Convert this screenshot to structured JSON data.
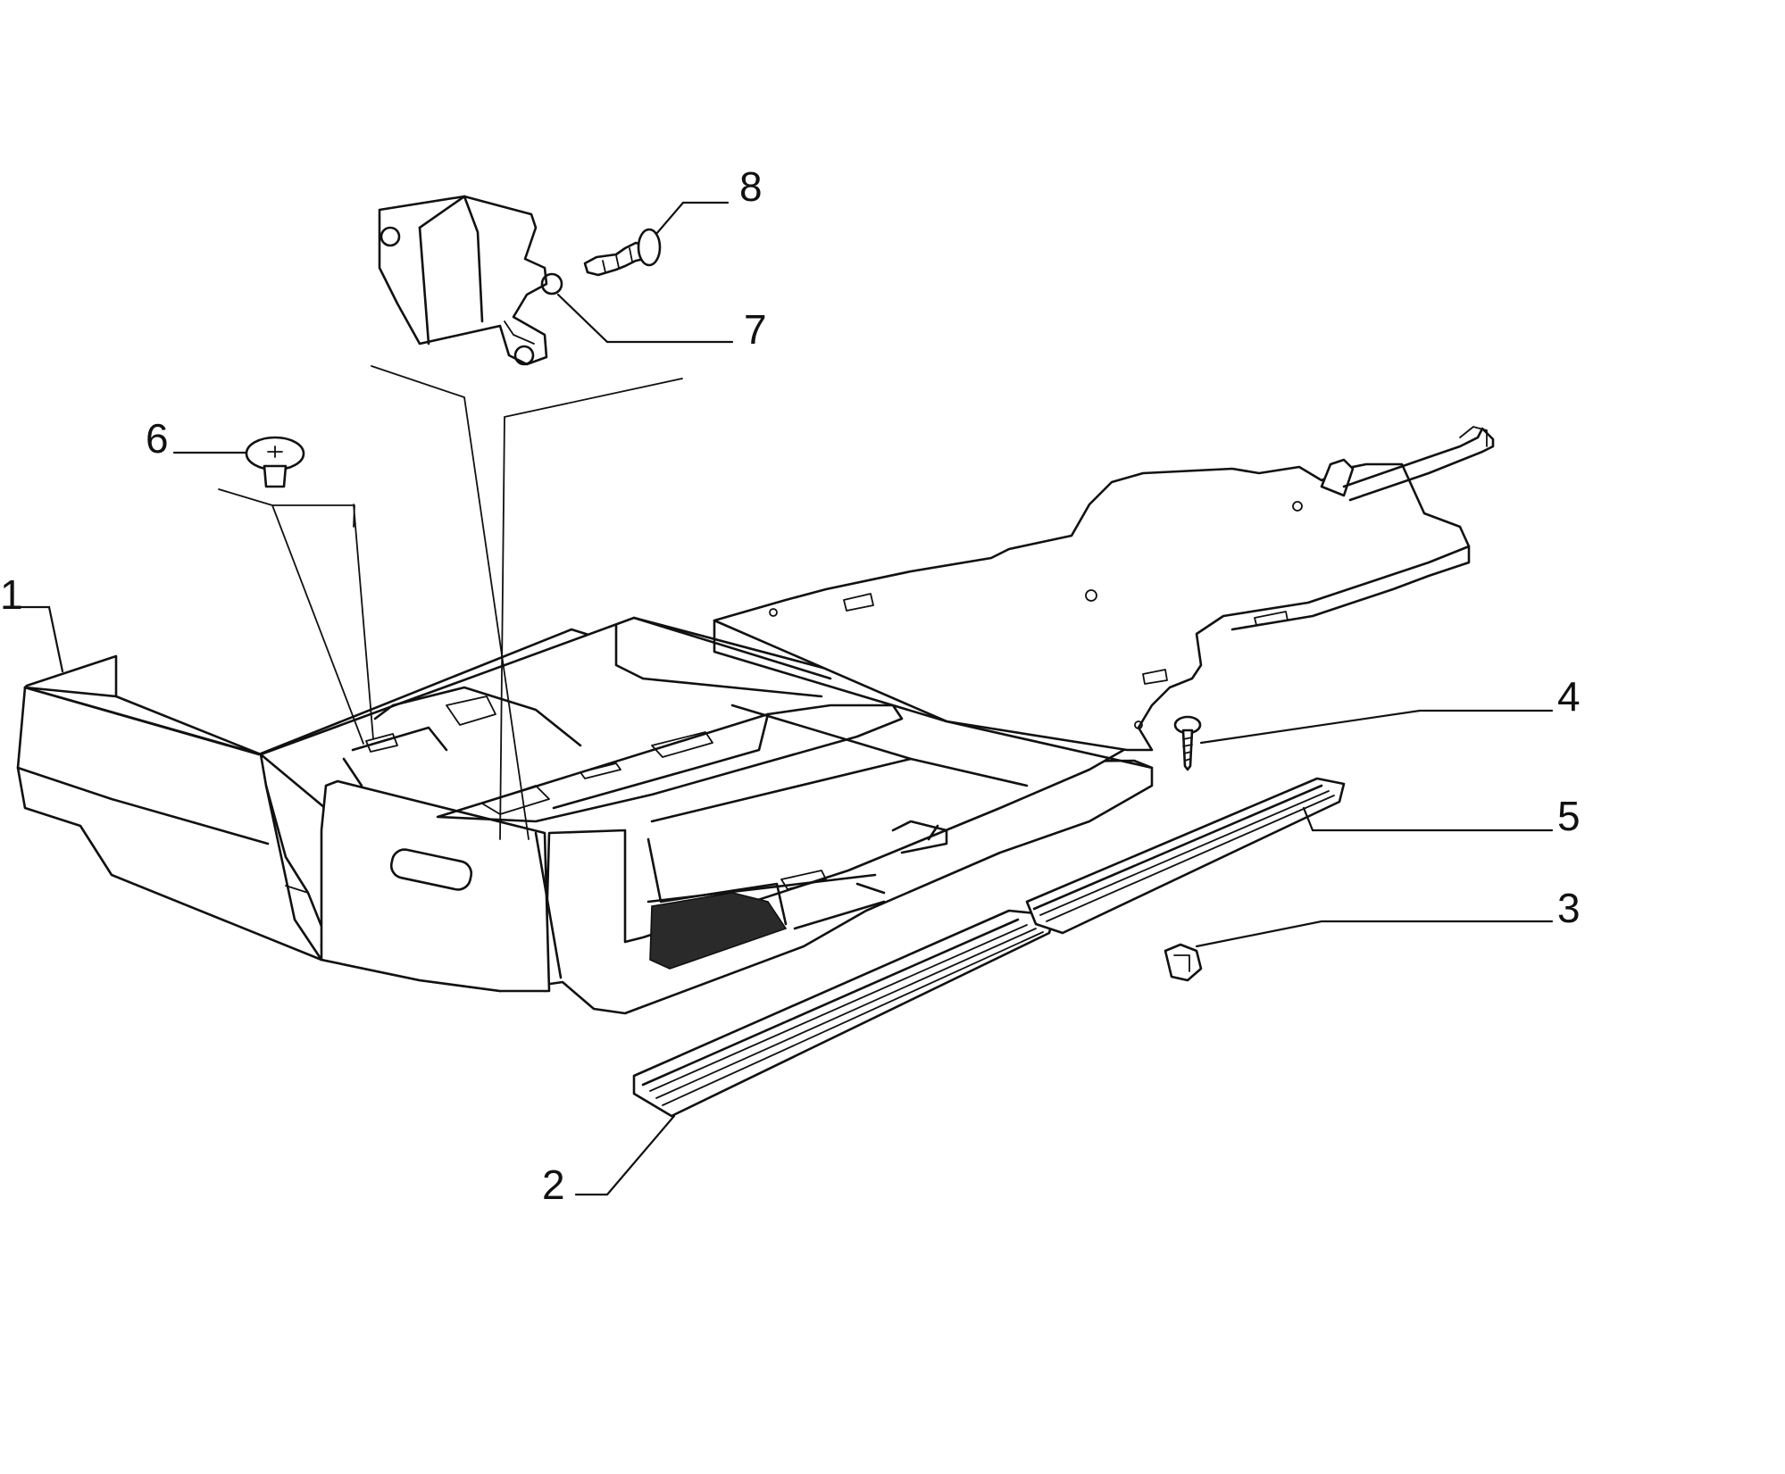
{
  "diagram": {
    "callouts": {
      "c1": "1",
      "c2": "2",
      "c3": "3",
      "c4": "4",
      "c5": "5",
      "c6": "6",
      "c7": "7",
      "c8": "8"
    }
  }
}
